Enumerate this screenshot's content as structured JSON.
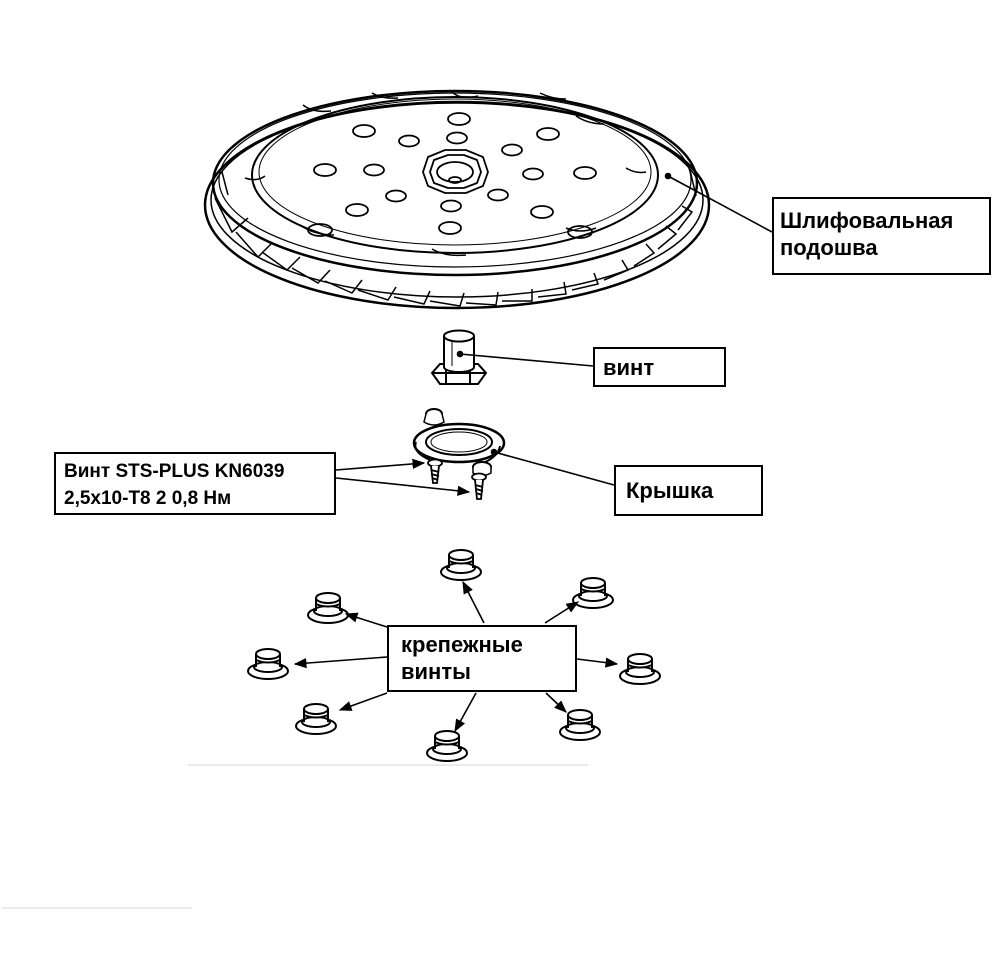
{
  "labels": {
    "sole": {
      "line1": "Шлифовальная",
      "line2": "подошва"
    },
    "screw": {
      "line1": "винт"
    },
    "cover": {
      "line1": "Крышка"
    },
    "sts": {
      "line1": "Винт STS-PLUS KN6039",
      "line2": "2,5x10-T8 2 0,8 Нм"
    },
    "mount": {
      "line1": "крепежные",
      "line2": "винты"
    }
  },
  "colors": {
    "stroke": "#000000",
    "background": "#ffffff"
  }
}
